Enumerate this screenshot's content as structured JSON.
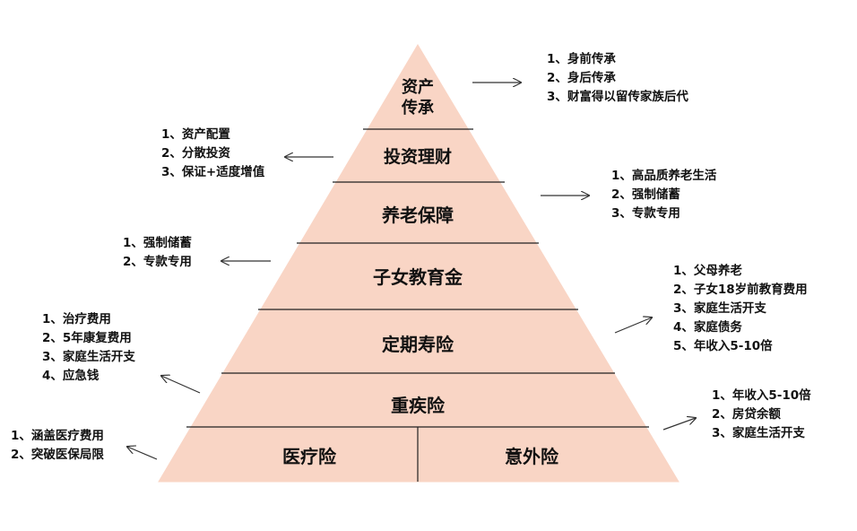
{
  "levels": {
    "l1_line1": "资产",
    "l1_line2": "传承",
    "l2": "投资理财",
    "l3": "养老保障",
    "l4": "子女教育金",
    "l5": "定期寿险",
    "l6": "重疾险",
    "l7_left": "医疗险",
    "l7_right": "意外险"
  },
  "notes": {
    "asset": [
      "1、身前传承",
      "2、身后传承",
      "3、财富得以留传家族后代"
    ],
    "invest": [
      "1、资产配置",
      "2、分散投资",
      "3、保证+适度增值"
    ],
    "pension": [
      "1、高品质养老生活",
      "2、强制储蓄",
      "3、专款专用"
    ],
    "education": [
      "1、强制储蓄",
      "2、专款专用"
    ],
    "term_life": [
      "1、父母养老",
      "2、子女18岁前教育费用",
      "3、家庭生活开支",
      "4、家庭债务",
      "5、年收入5-10倍"
    ],
    "critical": [
      "1、治疗费用",
      "2、5年康复费用",
      "3、家庭生活开支",
      "4、应急钱"
    ],
    "accident": [
      "1、年收入5-10倍",
      "2、房贷余额",
      "3、家庭生活开支"
    ],
    "medical": [
      "1、涵盖医疗费用",
      "2、突破医保局限"
    ]
  },
  "colors": {
    "pyramid_fill": "#f9d5c5",
    "line": "#222222"
  }
}
